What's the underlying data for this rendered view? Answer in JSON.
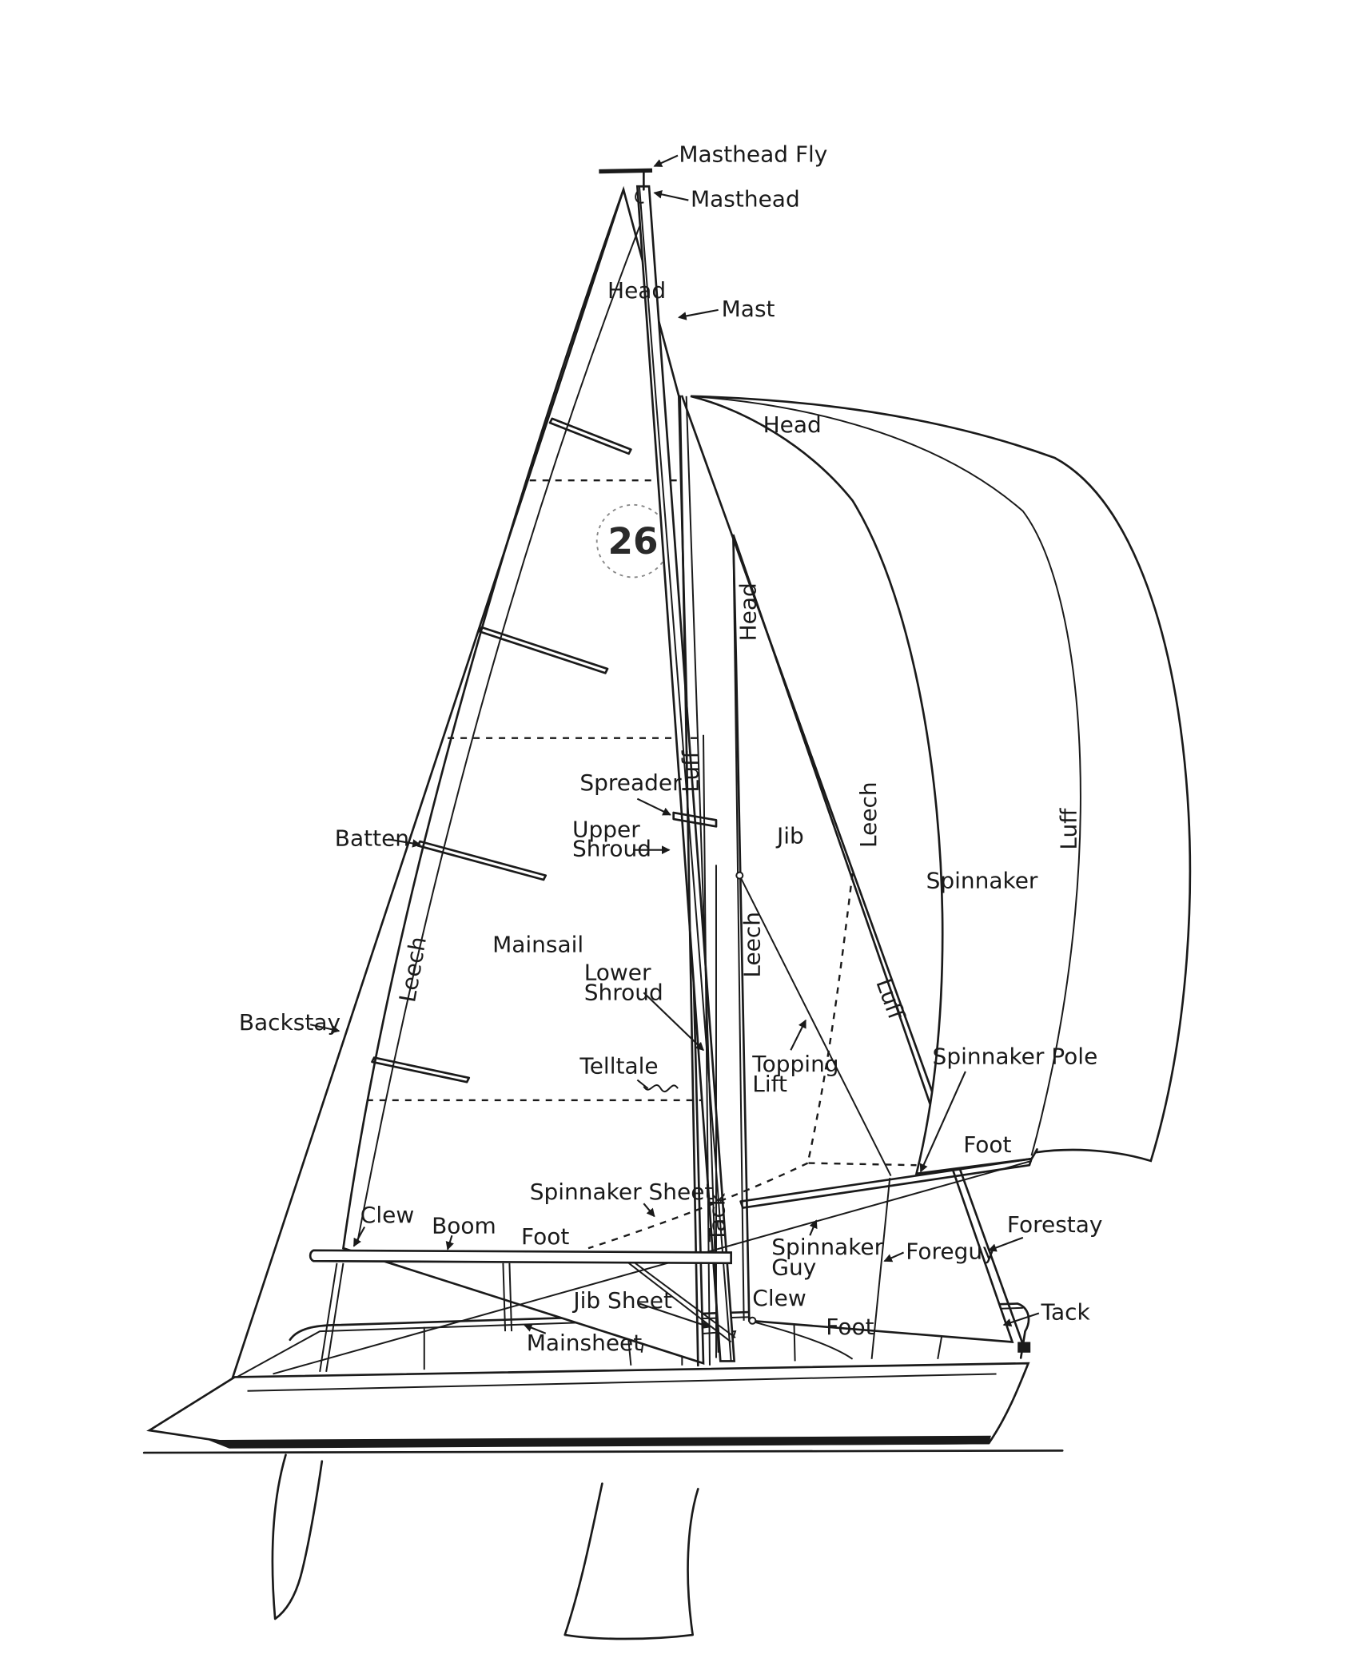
{
  "diagram": {
    "sail_number": "26",
    "labels": {
      "masthead_fly": "Masthead Fly",
      "masthead": "Masthead",
      "mast": "Mast",
      "main_head": "Head",
      "spin_head": "Head",
      "jib_head": "Head",
      "jib": "Jib",
      "spinnaker": "Spinnaker",
      "mainsail": "Mainsail",
      "jib_luff": "Luff",
      "jib_leech": "Leech",
      "main_leech": "Leech",
      "spin_leech": "Leech",
      "spin_luff_right": "Luff",
      "spin_luff_lower": "Luff",
      "spreader": "Spreader",
      "upper_shroud": "Upper\nShroud",
      "lower_shroud": "Lower\nShroud",
      "batten": "Batten",
      "backstay": "Backstay",
      "telltale": "Telltale",
      "topping_lift": "Topping\nLift",
      "spinnaker_pole": "Spinnaker Pole",
      "spin_foot": "Foot",
      "spinnaker_sheet": "Spinnaker Sheet",
      "main_clew": "Clew",
      "boom": "Boom",
      "main_foot": "Foot",
      "jib_tack": "Tack",
      "spinnaker_guy": "Spinnaker\nGuy",
      "foreguy": "Foreguy",
      "forestay": "Forestay",
      "jib_sheet": "Jib Sheet",
      "jib_clew": "Clew",
      "jib_foot": "Foot",
      "tack": "Tack",
      "mainsheet": "Mainsheet"
    }
  }
}
